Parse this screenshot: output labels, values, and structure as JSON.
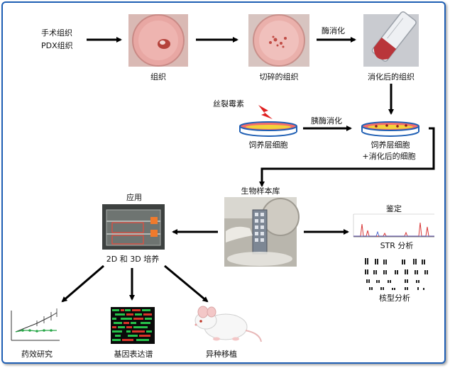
{
  "labels": {
    "surgical_tissue": "手术组织",
    "pdx_tissue": "PDX组织",
    "tissue": "组织",
    "minced_tissue": "切碎的组织",
    "enzyme_digestion": "酶消化",
    "digested_tissue": "消化后的组织",
    "mitomycin": "丝裂霉素",
    "trypsin_digestion": "胰酶消化",
    "feeder_cells": "饲养层细胞",
    "feeder_plus_line1": "饲养层细胞",
    "feeder_plus_line2": "+消化后的细胞",
    "biobank": "生物样本库",
    "application": "应用",
    "culture_2d_3d": "2D 和 3D 培养",
    "identification": "鉴定",
    "str_analysis": "STR 分析",
    "karyotype": "核型分析",
    "drug_efficacy": "药效研究",
    "gene_expression": "基因表达谱",
    "xenograft": "异种移植"
  },
  "colors": {
    "frame": "#1f5fb4",
    "arrow": "#000000",
    "lightning": "#e02020"
  }
}
